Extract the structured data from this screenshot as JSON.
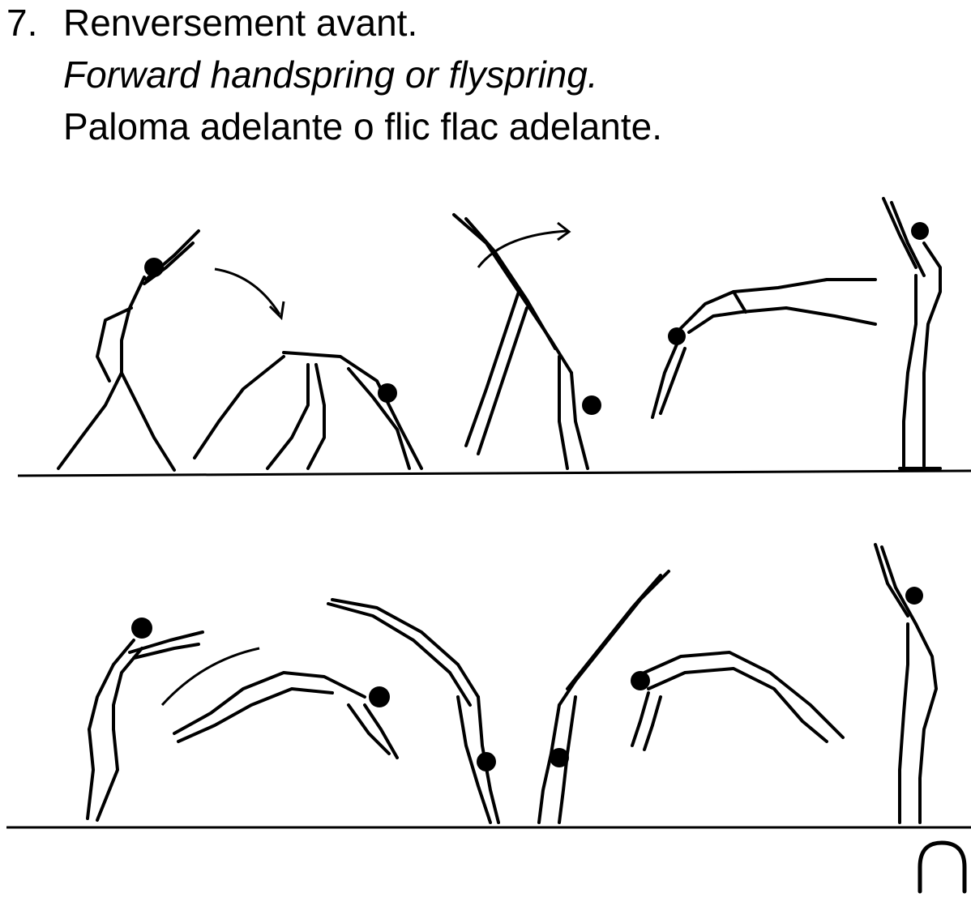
{
  "header": {
    "number": "7.",
    "title_fr": "Renversement avant.",
    "title_en": "Forward handspring or flyspring.",
    "title_es": "Paloma adelante o flic flac adelante."
  },
  "rows": [
    {
      "figures": [
        "stand-arms-up",
        "bend-forward",
        "handstand-split",
        "arch-flight",
        "stand-finish"
      ]
    },
    {
      "figures": [
        "crouch-reach",
        "dive-stretch",
        "handstand-pike",
        "handstand-walkover",
        "bridge",
        "stand-finish"
      ]
    }
  ],
  "symbol": {
    "name": "arch-symbol"
  }
}
